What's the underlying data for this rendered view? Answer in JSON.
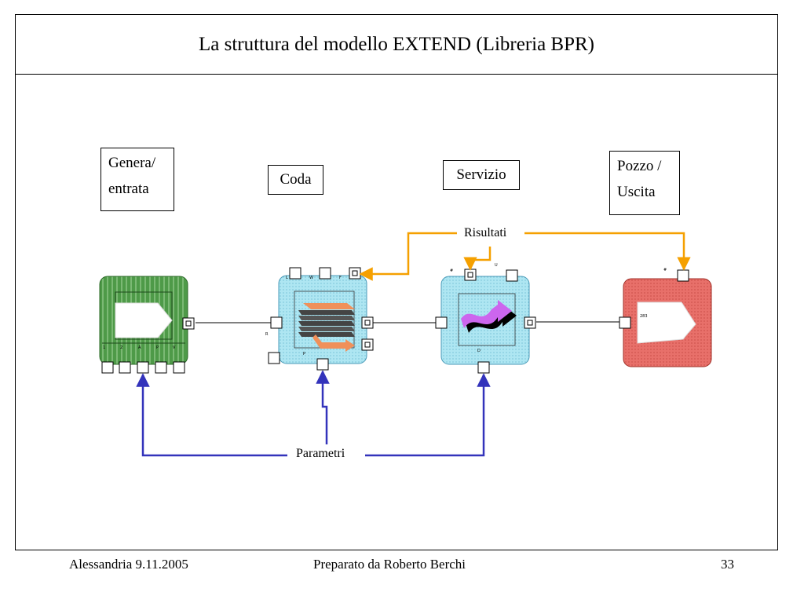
{
  "slide": {
    "title": "La struttura del modello EXTEND (Libreria BPR)"
  },
  "blocks": {
    "genera": {
      "label_line1": "Genera/",
      "label_line2": "entrata"
    },
    "coda": {
      "label": "Coda"
    },
    "servizio": {
      "label": "Servizio"
    },
    "pozzo": {
      "label_line1": "Pozzo /",
      "label_line2": "Uscita"
    }
  },
  "flows": {
    "results_label": "Risultati",
    "parameters_label": "Parametri"
  },
  "colors": {
    "results_arrow": "#f5a000",
    "parameters_arrow": "#3333bb",
    "generator_fill": "#4e9a48",
    "queue_fill": "#aee6f2",
    "activity_fill": "#aee6f2",
    "exit_fill": "#e8706a"
  },
  "footer": {
    "left": "Alessandria 9.11.2005",
    "center": "Preparato da Roberto Berchi",
    "page_number": "33"
  }
}
